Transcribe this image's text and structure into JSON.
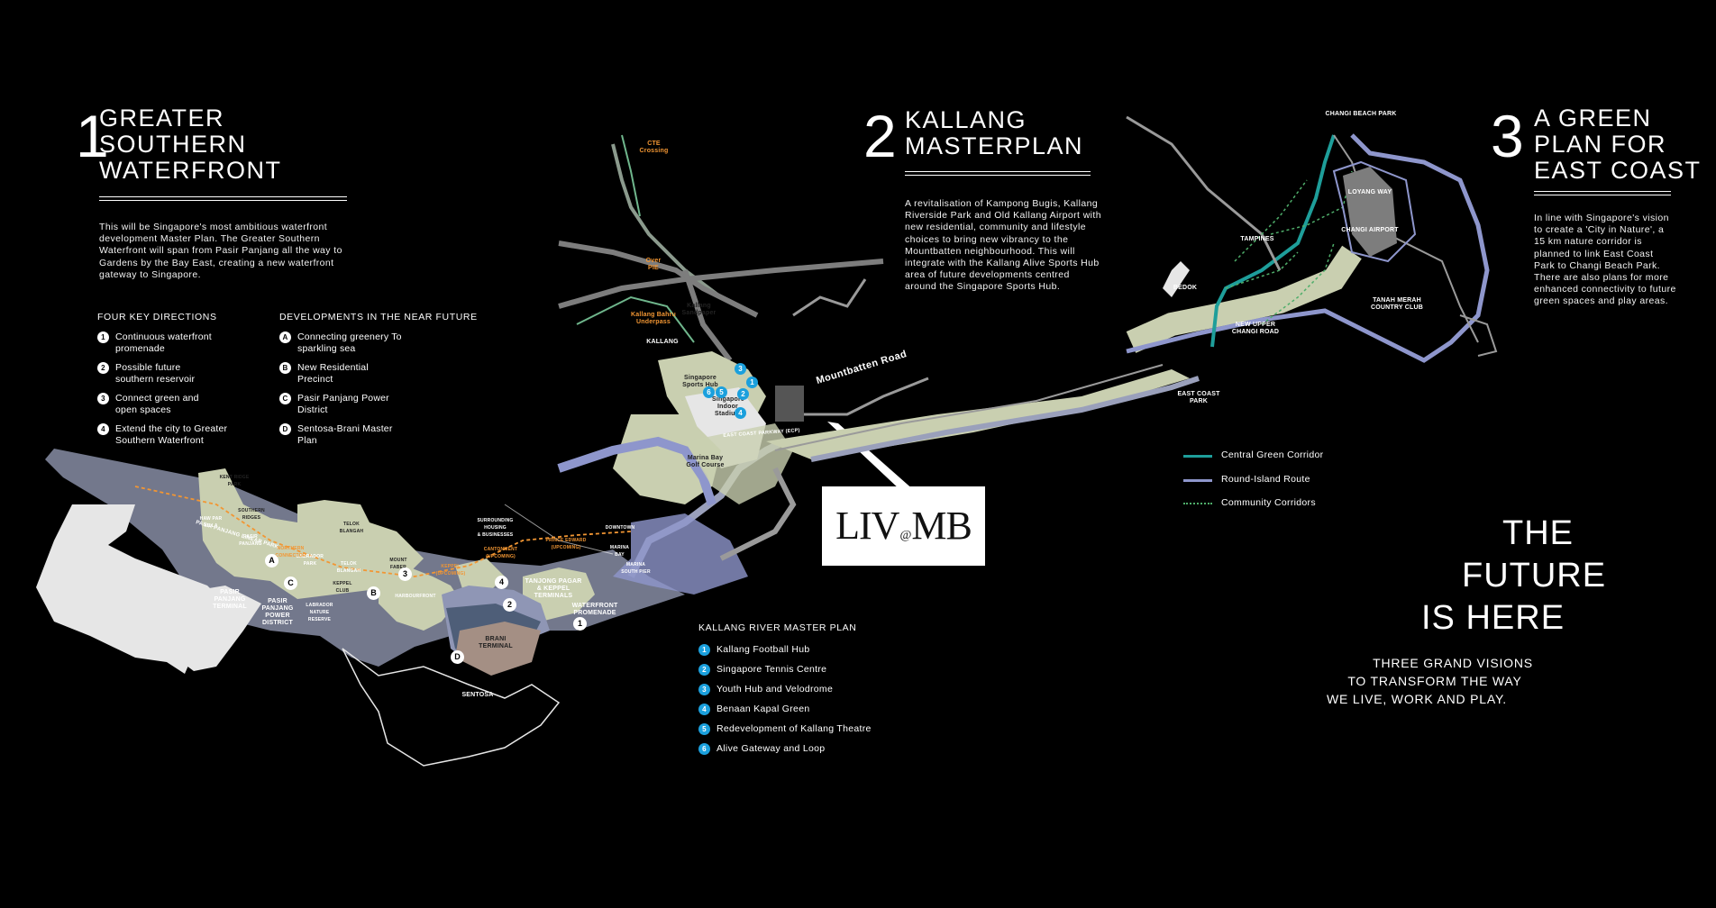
{
  "section1": {
    "number": "1",
    "title": "GREATER\nSOUTHERN\nWATERFRONT",
    "body": "This will be Singapore's most ambitious waterfront development Master Plan. The Greater Southern Waterfront will span from Pasir Panjang all the way to Gardens by the Bay East, creating a new waterfront gateway to Singapore.",
    "key_directions_heading": "FOUR KEY DIRECTIONS",
    "key_directions": [
      {
        "num": "1",
        "text": "Continuous waterfront promenade"
      },
      {
        "num": "2",
        "text": "Possible future southern reservoir"
      },
      {
        "num": "3",
        "text": "Connect green and open spaces"
      },
      {
        "num": "4",
        "text": "Extend the city to Greater Southern Waterfront"
      }
    ],
    "developments_heading": "DEVELOPMENTS IN THE NEAR FUTURE",
    "developments": [
      {
        "num": "A",
        "text": "Connecting greenery To sparkling sea"
      },
      {
        "num": "B",
        "text": "New Residential Precinct"
      },
      {
        "num": "C",
        "text": "Pasir Panjang Power District"
      },
      {
        "num": "D",
        "text": "Sentosa-Brani Master Plan"
      }
    ]
  },
  "section2": {
    "number": "2",
    "title": "KALLANG\nMASTERPLAN",
    "body": "A revitalisation of Kampong Bugis, Kallang Riverside Park and Old Kallang Airport with new residential, community and lifestyle choices to bring new vibrancy to the Mountbatten neighbourhood. This will integrate with the Kallang Alive Sports Hub area of future developments centred around the Singapore Sports Hub.",
    "river_plan_heading": "KALLANG RIVER MASTER PLAN",
    "river_plan": [
      {
        "num": "1",
        "text": "Kallang Football Hub"
      },
      {
        "num": "2",
        "text": "Singapore Tennis Centre"
      },
      {
        "num": "3",
        "text": "Youth Hub and Velodrome"
      },
      {
        "num": "4",
        "text": "Benaan Kapal Green"
      },
      {
        "num": "5",
        "text": "Redevelopment of Kallang Theatre"
      },
      {
        "num": "6",
        "text": "Alive Gateway and Loop"
      }
    ]
  },
  "section3": {
    "number": "3",
    "title": "A GREEN\nPLAN FOR\nEAST COAST",
    "body": "In line with Singapore's vision to create a 'City in Nature', a 15 km nature corridor is planned to link East Coast Park to Changi Beach Park. There are also plans for more enhanced connectivity to future green spaces and play areas.",
    "legend": [
      {
        "label": "Central Green Corridor",
        "color": "#1e9e9a",
        "style": "solid"
      },
      {
        "label": "Round-Island Route",
        "color": "#8e96cc",
        "style": "solid"
      },
      {
        "label": "Community Corridors",
        "color": "#4fae6b",
        "style": "dotted"
      }
    ]
  },
  "logo": {
    "left": "LIV",
    "at": "@",
    "right": "MB"
  },
  "future": {
    "line1": "THE",
    "line2": "FUTURE",
    "line3": "IS HERE",
    "tagline1": "THREE GRAND VISIONS",
    "tagline2": "TO TRANSFORM THE WAY",
    "tagline3": "WE LIVE, WORK AND PLAY."
  },
  "map_labels": {
    "mountbatten_road": "Mountbatten Road",
    "cte_crossing": "CTE\nCrossing",
    "over_pie": "Over\nPIE",
    "kallang_bahru": "Kallang Bahru\nUnderpass",
    "kallang": "KALLANG",
    "kallang_sandpaper": "Kallang\nSandpaper",
    "sports_hub": "Singapore\nSports Hub",
    "singapore_indoor": "Singapore\nIndoor\nStadium",
    "marina_bay_golf": "Marina Bay\nGolf Course",
    "ecp": "EAST COAST PARKWAY (ECP)",
    "changi_beach_park": "CHANGI BEACH PARK",
    "loyang_way": "LOYANG WAY",
    "changi_airport": "CHANGI AIRPORT",
    "tampines": "TAMPINES",
    "bedok": "BEDOK",
    "new_upper_changi": "NEW UPPER\nCHANGI ROAD",
    "tanah_merah": "TANAH MERAH\nCOUNTRY CLUB",
    "east_coast_park": "EAST COAST\nPARK",
    "kent_ridge": "KENT RIDGE\nPARK",
    "southern_ridges": "SOUTHERN\nRIDGES",
    "haw_par": "HAW PAR\nVILLA",
    "pasir_panjang": "PASIR\nPANJANG",
    "pasir_panjang_linear": "PASIR PANJANG LINEAR PARK",
    "labrador": "LABRADOR\nPARK",
    "telok_blangah": "TELOK\nBLANGAH",
    "telok_blangah2": "TELOK\nBLANGAH",
    "mount_faber": "MOUNT\nFABER",
    "keppel_club": "KEPPEL\nCLUB",
    "harbourfront": "HARBOURFRONT",
    "pasir_panjang_terminal": "PASIR\nPANJANG\nTERMINAL",
    "pasir_panjang_power": "PASIR\nPANJANG\nPOWER DISTRICT",
    "labrador_nature": "LABRADOR\nNATURE\nRESERVE",
    "tanjong_pagar": "TANJONG PAGAR\n& KEPPEL TERMINALS",
    "waterfront_promenade": "WATERFRONT\nPROMENADE",
    "brani_terminal": "BRANI\nTERMINAL",
    "sentosa": "SENTOSA",
    "downtown": "DOWNTOWN",
    "marina_bay": "MARINA\nBAY",
    "marina_south_pier": "MARINA\nSOUTH PIER",
    "cantonment": "CANTONMENT\n(UPCOMING)",
    "prince_edward": "PRINCE EDWARD\n(UPCOMING)",
    "keppel_upcoming": "KEPPEL\n(UPCOMING)",
    "northern": "NORTHERN\nCONNECTOR",
    "surrounding": "SURROUNDING\nHOUSING\n& BUSINESSES"
  }
}
